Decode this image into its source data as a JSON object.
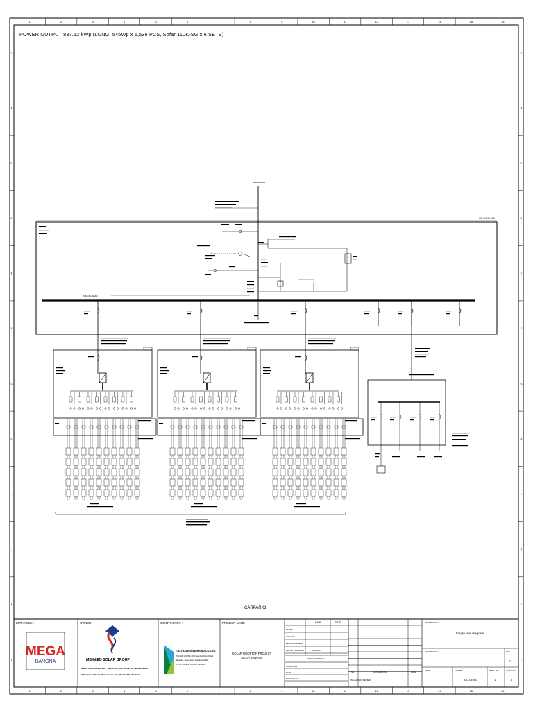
{
  "sheet": {
    "col_numbers": [
      "1",
      "2",
      "3",
      "4",
      "5",
      "6",
      "7",
      "8",
      "9",
      "10",
      "11",
      "12",
      "13",
      "14",
      "15",
      "16"
    ],
    "row_letters": [
      "A",
      "B",
      "C",
      "D",
      "E",
      "F",
      "G",
      "H",
      "I",
      "J",
      "K",
      "L"
    ]
  },
  "header": {
    "power_output": "POWER OUTPUT 837.12 kWp (LONGI 545Wp x 1,536 PCS, Sofar 110K-SG x 6 SETS)"
  },
  "diagram": {
    "main_bus_label": "MAIN BUSBAR",
    "panel_tag": "CP-ACB-001",
    "carpark_label": "CARPARK1"
  },
  "title_block": {
    "prepared_by_label": "ERTARD BY :",
    "owner_label": "OWNER :",
    "contractor_label": "CONTRACTOR :",
    "project_name_label": "PROJECT NAME",
    "mega_logo_text": "MEGA",
    "mega_logo_sub": "BANGNA",
    "owner_company": "MBK&ED SOLAR GROUP",
    "owner_address_1": "(MEGA SOLAR LIMITED) : 46th Floor, The Offices at Central World",
    "owner_address_2": "999/9 Rama 1 Road, Pathumwan, Bangkok 10330, Thailand",
    "contractor_company": "ITALTHAI ENGINEERING CO.,LTD.",
    "contractor_address_1": "ITALTHAI HOUSE 2013 New Petchburi Road",
    "contractor_address_2": "Bangkapi, Huaykwang, Bangkok 10320",
    "contractor_phone": "Tel. 02-723-4000  Fax. 02-723-4001",
    "project_line_1": "SOLAR ROOFTOP PROJECT",
    "project_line_2": "MEGA BANGNA",
    "table_headers": [
      "NAME",
      "DATE"
    ],
    "table_rows": [
      "DRAWN",
      "CHECKED",
      "DESIGN ENGINEER",
      "PROJECT MANAGER"
    ],
    "project_manager_name": "P. SUCHADA",
    "owner_approval_label": "OWNER APPROVAL",
    "signature_label": "SIGNATURE",
    "name_label": "NAME",
    "position_label": "POSITION NO.",
    "rev_headers": [
      "NO.",
      "DESCRIPTION",
      "DATE"
    ],
    "rev_entry": "ISSUED FOR REVIEW",
    "drawing_title_label": "DRAWING TITLE",
    "drawing_title": "Single line diagram",
    "drawing_no_label": "DRAWING NO.",
    "rev_label": "REV",
    "rev_value": "A",
    "date_label": "DATE",
    "scale_label": "SCALE",
    "scale_value": "A3, 1:1000",
    "sheet_no_label": "SHEET NO.",
    "sheet_no_value": "1",
    "total_label": "TOTAL NO.",
    "total_value": "1"
  }
}
